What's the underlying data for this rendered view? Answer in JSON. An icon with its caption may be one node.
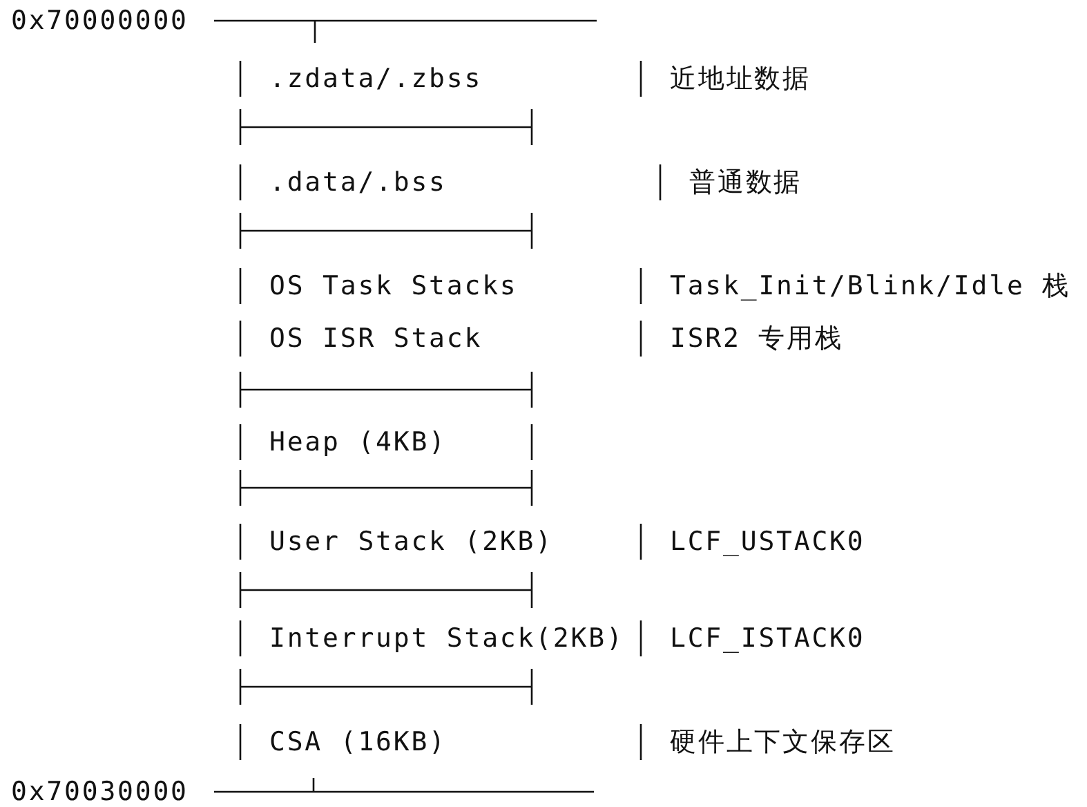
{
  "diagram": {
    "labels": [
      "0x70000000",
      ".zdata/.zbss",
      "近地址数据",
      ".data/.bss",
      "普通数据",
      "OS Task Stacks",
      "Task_Init/Blink/Idle 栈",
      "OS ISR Stack",
      "ISR2 专用栈",
      "Heap (4KB)",
      "User Stack (2KB)",
      "LCF_USTACK0",
      "Interrupt Stack(2KB)",
      "LCF_ISTACK0",
      "CSA (16KB)",
      "硬件上下文保存区",
      "0x70030000"
    ]
  }
}
